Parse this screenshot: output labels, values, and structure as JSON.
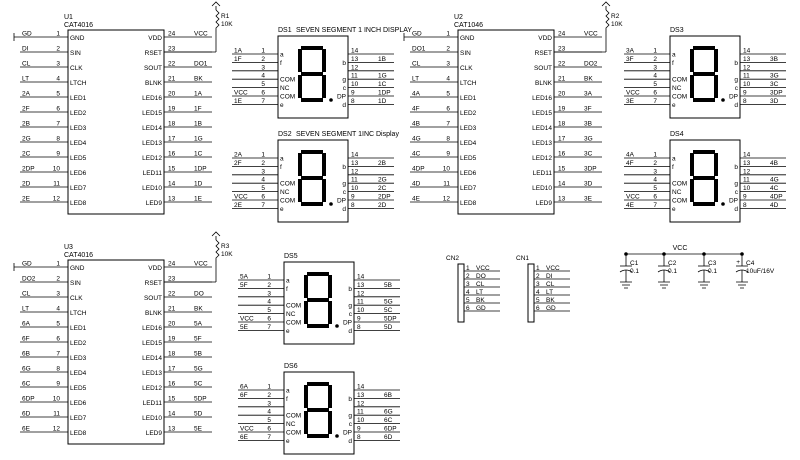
{
  "ic_pin_left": [
    "GND",
    "SIN",
    "CLK",
    "LTCH",
    "LED1",
    "LED2",
    "LED3",
    "LED4",
    "LED5",
    "LED6",
    "LED7",
    "LED8"
  ],
  "ic_pin_right": [
    "VDD",
    "RSET",
    "SOUT",
    "BLNK",
    "LED16",
    "LED15",
    "LED14",
    "LED13",
    "LED12",
    "LED11",
    "LED10",
    "LED9"
  ],
  "ic_pnum_left": [
    "1",
    "2",
    "3",
    "4",
    "5",
    "6",
    "7",
    "8",
    "9",
    "10",
    "11",
    "12"
  ],
  "ic_pnum_right": [
    "24",
    "23",
    "22",
    "21",
    "20",
    "19",
    "18",
    "17",
    "16",
    "15",
    "14",
    "13"
  ],
  "ics": [
    {
      "ref": "U1",
      "part": "CAT4016",
      "left_nets": [
        "GD",
        "DI",
        "CL",
        "LT",
        "2A",
        "2F",
        "2B",
        "2G",
        "2C",
        "2DP",
        "2D",
        "2E"
      ],
      "right_nets": [
        "VCC",
        "",
        "DO1",
        "BK",
        "1A",
        "1F",
        "1B",
        "1G",
        "1C",
        "1DP",
        "1D",
        "1E"
      ]
    },
    {
      "ref": "U2",
      "part": "CAT1046",
      "left_nets": [
        "GD",
        "DO1",
        "CL",
        "LT",
        "4A",
        "4F",
        "4B",
        "4G",
        "4C",
        "4DP",
        "4D",
        "4E"
      ],
      "right_nets": [
        "VCC",
        "",
        "DO2",
        "BK",
        "3A",
        "3F",
        "3B",
        "3G",
        "3C",
        "3DP",
        "3D",
        "3E"
      ]
    },
    {
      "ref": "U3",
      "part": "CAT4016",
      "left_nets": [
        "GD",
        "DO2",
        "CL",
        "LT",
        "6A",
        "6F",
        "6B",
        "6G",
        "6C",
        "6DP",
        "6D",
        "6E"
      ],
      "right_nets": [
        "VCC",
        "",
        "DO",
        "BK",
        "5A",
        "5F",
        "5B",
        "5G",
        "5C",
        "5DP",
        "5D",
        "5E"
      ]
    }
  ],
  "resistors": [
    {
      "ref": "R1",
      "value": "10K"
    },
    {
      "ref": "R2",
      "value": "10K"
    },
    {
      "ref": "R3",
      "value": "10K"
    }
  ],
  "disp_pnum_left": [
    "1",
    "2",
    "3",
    "4",
    "5",
    "6",
    "7"
  ],
  "disp_pnum_right": [
    "14",
    "13",
    "12",
    "11",
    "10",
    "9",
    "8"
  ],
  "disp_pin_left": [
    "a",
    "f",
    "",
    "COM",
    "NC",
    "COM",
    "e"
  ],
  "disp_pin_right": [
    "",
    "b",
    "",
    "g",
    "c",
    "DP",
    "d"
  ],
  "displays": [
    {
      "ref": "DS1",
      "title": "SEVEN SEGMENT 1 INCH DISPLAY",
      "left_nets": [
        "1A",
        "1F",
        "",
        "",
        "",
        "VCC",
        "1E"
      ],
      "right_nets": [
        "",
        "1B",
        "",
        "1G",
        "1C",
        "1DP",
        "1D"
      ]
    },
    {
      "ref": "DS2",
      "title": "SEVEN SEGMENT 1INC Display",
      "left_nets": [
        "2A",
        "2F",
        "",
        "",
        "",
        "VCC",
        "2E"
      ],
      "right_nets": [
        "",
        "2B",
        "",
        "2G",
        "2C",
        "2DP",
        "2D"
      ]
    },
    {
      "ref": "DS3",
      "title": "",
      "left_nets": [
        "3A",
        "3F",
        "",
        "",
        "",
        "VCC",
        "3E"
      ],
      "right_nets": [
        "",
        "3B",
        "",
        "3G",
        "3C",
        "3DP",
        "3D"
      ]
    },
    {
      "ref": "DS4",
      "title": "",
      "left_nets": [
        "4A",
        "4F",
        "",
        "",
        "",
        "VCC",
        "4E"
      ],
      "right_nets": [
        "",
        "4B",
        "",
        "4G",
        "4C",
        "4DP",
        "4D"
      ]
    },
    {
      "ref": "DS5",
      "title": "",
      "left_nets": [
        "5A",
        "5F",
        "",
        "",
        "",
        "VCC",
        "5E"
      ],
      "right_nets": [
        "",
        "5B",
        "",
        "5G",
        "5C",
        "5DP",
        "5D"
      ]
    },
    {
      "ref": "DS6",
      "title": "",
      "left_nets": [
        "6A",
        "6F",
        "",
        "",
        "",
        "VCC",
        "6E"
      ],
      "right_nets": [
        "",
        "6B",
        "",
        "6G",
        "6C",
        "6DP",
        "6D"
      ]
    }
  ],
  "connectors": [
    {
      "ref": "CN2",
      "pnums": [
        "1",
        "2",
        "3",
        "4",
        "5",
        "6"
      ],
      "nets": [
        "VCC",
        "DO",
        "CL",
        "LT",
        "BK",
        "GD"
      ]
    },
    {
      "ref": "CN1",
      "pnums": [
        "1",
        "2",
        "3",
        "4",
        "5",
        "6"
      ],
      "nets": [
        "VCC",
        "DI",
        "CL",
        "LT",
        "BK",
        "GD"
      ]
    }
  ],
  "caps": {
    "rail_label": "VCC",
    "items": [
      {
        "ref": "C1",
        "value": "0.1"
      },
      {
        "ref": "C2",
        "value": "0.1"
      },
      {
        "ref": "C3",
        "value": "0.1"
      },
      {
        "ref": "C4",
        "value": "10uF/16V",
        "polarity": "+"
      }
    ]
  }
}
